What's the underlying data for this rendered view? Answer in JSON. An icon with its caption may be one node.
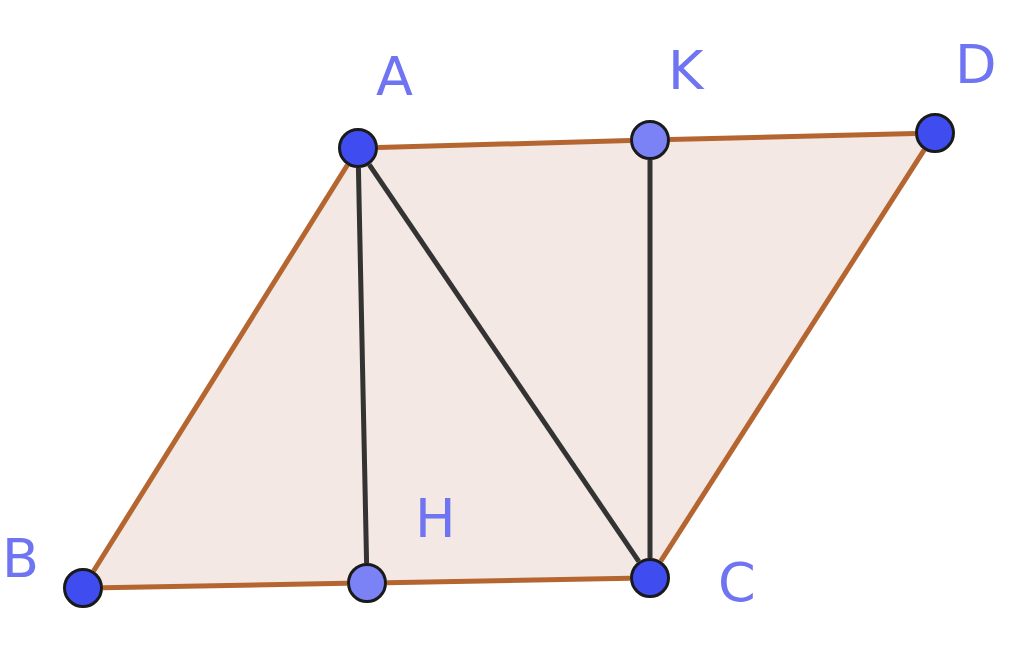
{
  "diagram": {
    "nodes": [
      {
        "text": [],
        "shape": "circle",
        "beside": [
          "A"
        ]
      },
      {
        "text": [],
        "shape": "circle",
        "beside": [
          "K"
        ]
      },
      {
        "text": [],
        "shape": "circle",
        "beside": [
          "D"
        ]
      },
      {
        "text": [],
        "shape": "circle",
        "beside": [
          "B"
        ]
      },
      {
        "text": [],
        "shape": "circle",
        "beside": [
          "H"
        ]
      },
      {
        "text": [],
        "shape": "circle",
        "beside": [
          "C"
        ]
      }
    ],
    "edges": [
      {
        "from": 0,
        "to": 1,
        "arrow": "none"
      },
      {
        "from": 1,
        "to": 2,
        "arrow": "none"
      },
      {
        "from": 2,
        "to": 5,
        "arrow": "none"
      },
      {
        "from": 5,
        "to": 4,
        "arrow": "none"
      },
      {
        "from": 4,
        "to": 3,
        "arrow": "none"
      },
      {
        "from": 3,
        "to": 0,
        "arrow": "none"
      },
      {
        "from": 0,
        "to": 4,
        "arrow": "none",
        "color": "#333333"
      },
      {
        "from": 0,
        "to": 5,
        "arrow": "none",
        "color": "#333333"
      },
      {
        "from": 1,
        "to": 5,
        "arrow": "none",
        "color": "#333333"
      }
    ]
  }
}
